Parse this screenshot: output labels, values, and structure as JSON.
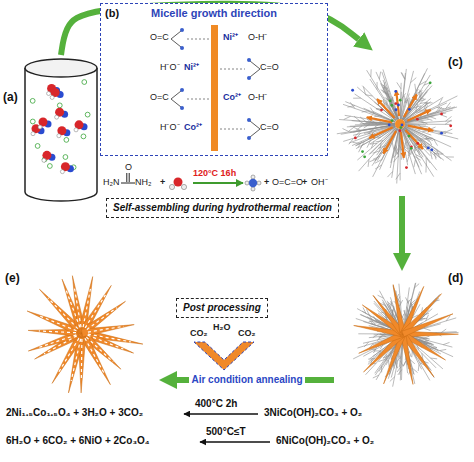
{
  "diagram": {
    "nodes": [
      {
        "text": [
          "(a)"
        ]
      },
      {
        "text": [
          "(b)",
          "Micelle growth direction"
        ]
      },
      {
        "text": [
          "Self-assembling during hydrothermal reaction"
        ]
      },
      {
        "text": [
          "(c)"
        ]
      },
      {
        "text": [
          "(d)"
        ]
      },
      {
        "text": [
          "Post processing"
        ]
      },
      {
        "text": [
          "(e)"
        ]
      }
    ],
    "edges": [
      {
        "from": 0,
        "to": 3,
        "arrow": "to"
      },
      {
        "from": 3,
        "to": 4,
        "arrow": "to"
      },
      {
        "from": 4,
        "to": 6,
        "label": "Air condition annealing",
        "arrow": "to"
      }
    ],
    "labels": [
      "O=C",
      "Ni²⁺",
      "O-H⁻",
      "H⁻O⁻",
      "Ni²⁺",
      "C=O",
      "O=C",
      "Co²⁺",
      "O-H⁻",
      "H⁻O⁻",
      "Co²⁺",
      "C=O",
      "H₂N",
      "O",
      "NH₂",
      "+",
      "120°C 16h",
      "+",
      "O=C=O",
      "+",
      "OH⁻",
      "CO₂",
      "H₂O",
      "CO₂",
      "400°C 2h",
      "2Ni₁.₅Co₁.₅O₄ + 3H₂O + 3CO₂",
      "3NiCo(OH)₂CO₃ + O₂",
      "500°C≤T",
      "6H₂O + 6CO₂ + 6NiO + 2Co₃O₄",
      "6NiCo(OH)₂CO₃ + O₂"
    ]
  }
}
